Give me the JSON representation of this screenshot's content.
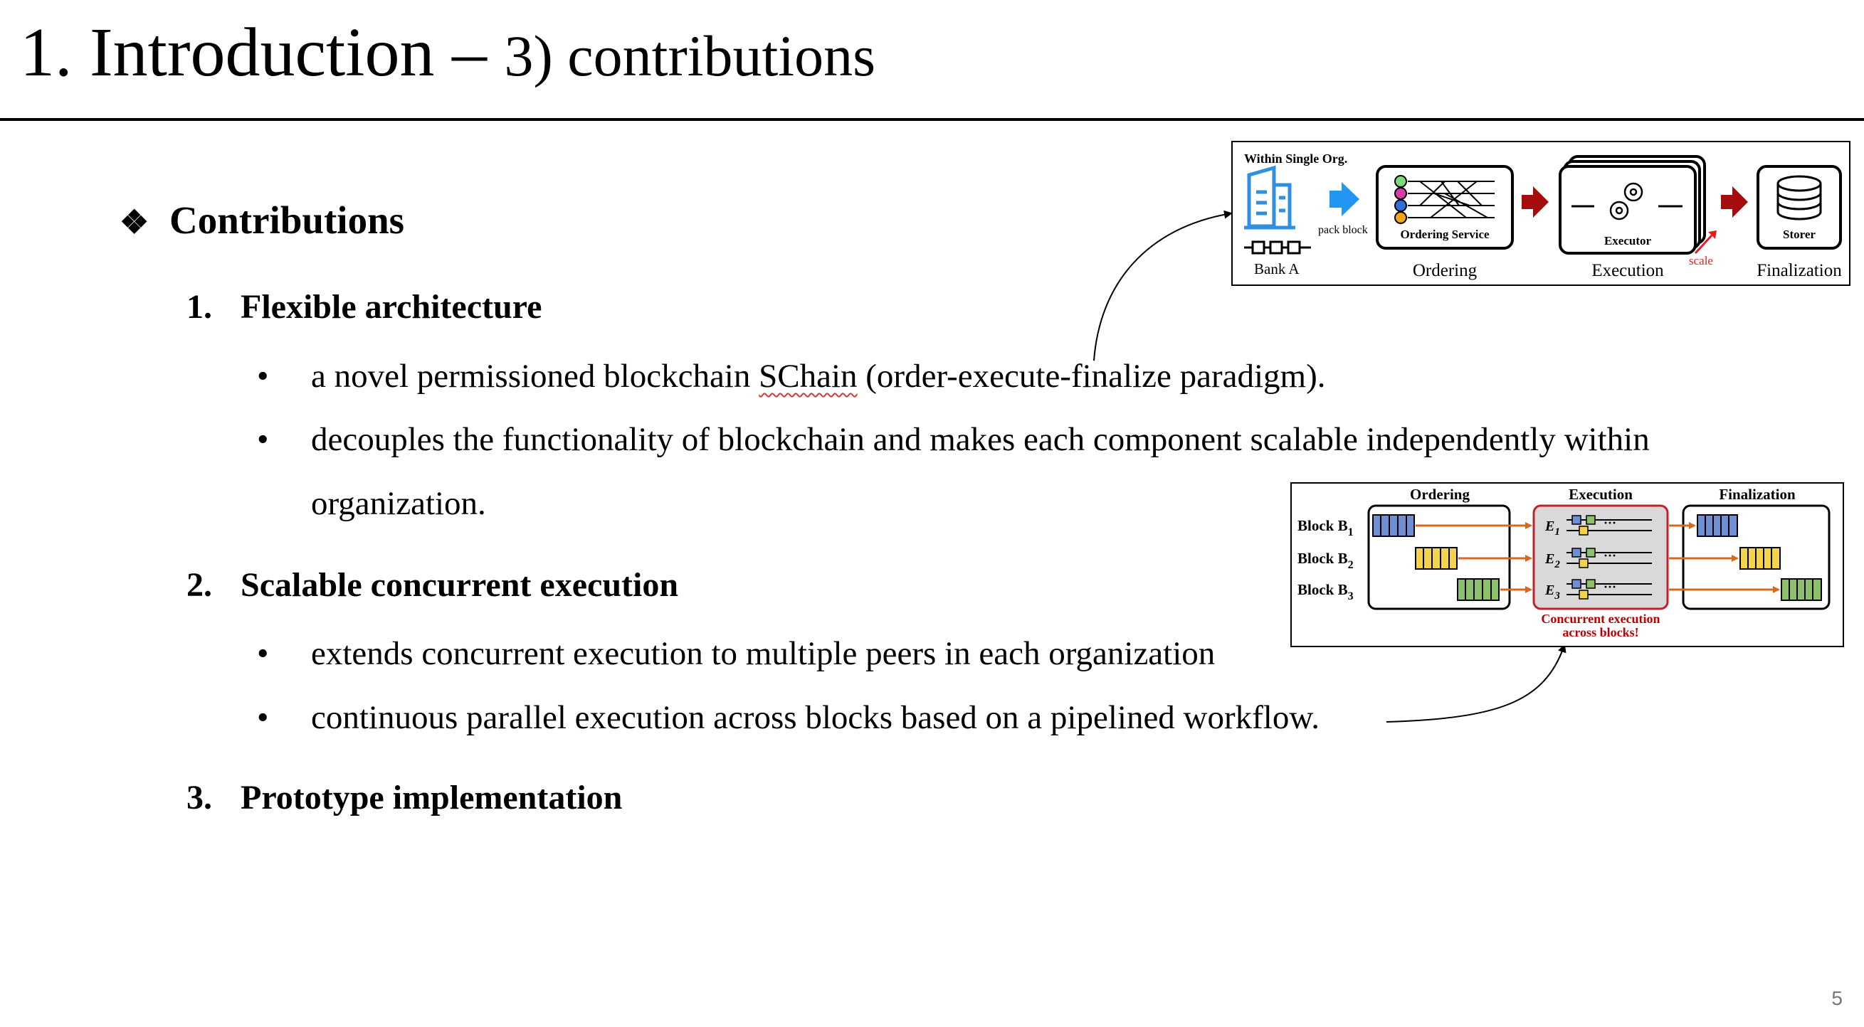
{
  "slide": {
    "title": "1. Introduction",
    "title_dash": " – ",
    "title_sub": "3) contributions",
    "heading_bullet": "❖",
    "heading": "Contributions",
    "page_number": "5"
  },
  "contributions": [
    {
      "number": "1.",
      "title": "Flexible architecture",
      "bullets": [
        {
          "pre": "a novel permissioned blockchain ",
          "marked": "SChain",
          "post": " (order-execute-finalize paradigm)."
        },
        {
          "line1": "decouples the functionality of blockchain and makes each component scalable independently within",
          "line2": "organization."
        }
      ]
    },
    {
      "number": "2.",
      "title": "Scalable concurrent execution",
      "bullets": [
        {
          "text": "extends concurrent execution to multiple peers in each organization"
        },
        {
          "text": "continuous parallel execution across blocks based on a pipelined workflow."
        }
      ]
    },
    {
      "number": "3.",
      "title": "Prototype implementation"
    }
  ],
  "bullet_symbol": "•",
  "figure_architecture": {
    "frame_label": "Within Single Org.",
    "org_label": "Bank A",
    "pack_label": "pack block",
    "ordering_box": "Ordering Service",
    "executor_box": "Executor",
    "storer_box": "Storer",
    "scale_label": "scale",
    "stages": [
      "Ordering",
      "Execution",
      "Finalization"
    ],
    "colors": {
      "blue_arrow": "#2196f3",
      "dark_red_arrow": "#a50d0d",
      "scale_red": "#e02020",
      "building_blue": "#2f8fe0"
    }
  },
  "figure_pipeline": {
    "headers": [
      "Ordering",
      "Execution",
      "Finalization"
    ],
    "blocks": [
      {
        "label": "Block B",
        "sub": "1",
        "color": "#6f8fd4"
      },
      {
        "label": "Block B",
        "sub": "2",
        "color": "#f4d24a"
      },
      {
        "label": "Block B",
        "sub": "3",
        "color": "#8cc06a"
      }
    ],
    "executors": [
      {
        "label": "E",
        "sub": "1"
      },
      {
        "label": "E",
        "sub": "2"
      },
      {
        "label": "E",
        "sub": "3"
      }
    ],
    "ellipsis": "···",
    "caption_line1": "Concurrent execution",
    "caption_line2": "across blocks!",
    "colors": {
      "arrow_orange": "#d56a1c",
      "exec_fill": "#d9d9d9",
      "exec_border": "#c0222b",
      "caption_red": "#c00000"
    }
  }
}
